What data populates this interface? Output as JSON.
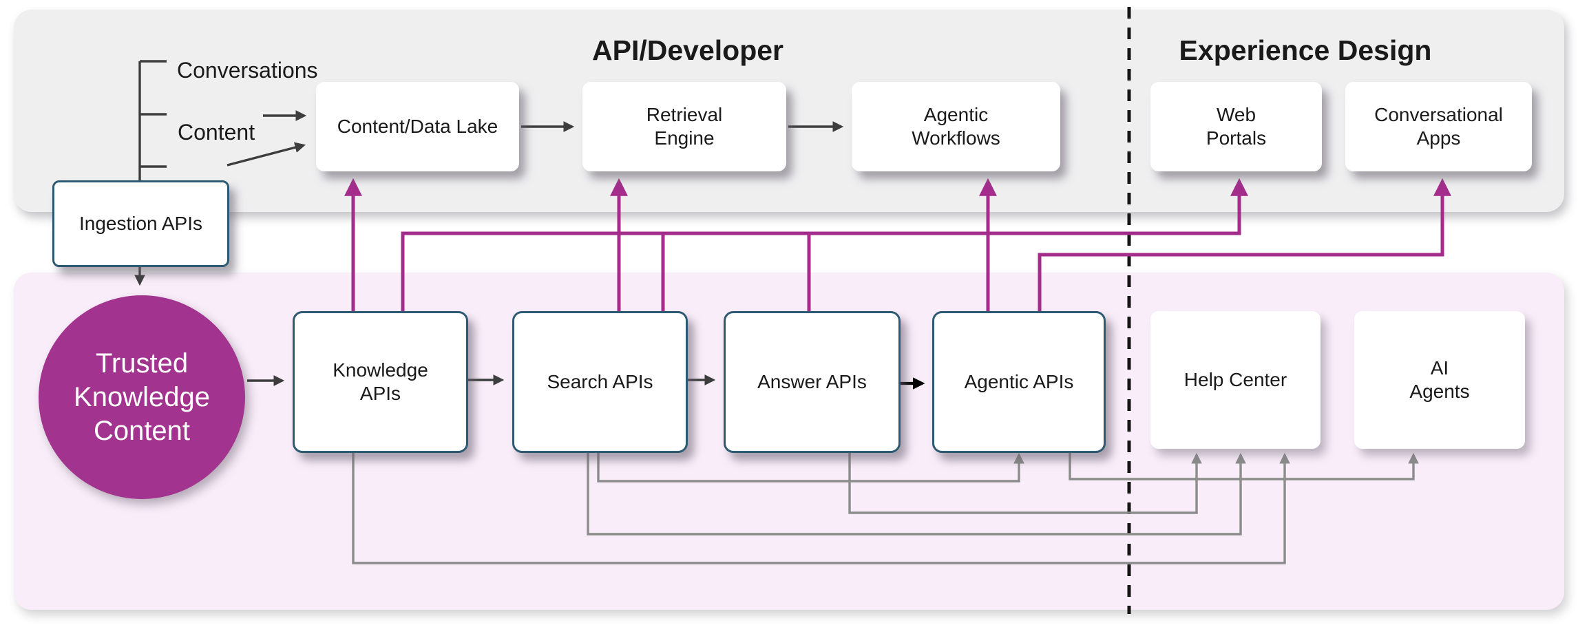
{
  "zones": {
    "left_title": "API/Developer",
    "right_title": "Experience Design"
  },
  "sources": {
    "conversations": "Conversations",
    "content": "Content"
  },
  "ingestion": {
    "label": "Ingestion APIs"
  },
  "trusted_circle": {
    "label": "Trusted\nKnowledge\nContent"
  },
  "top_row": [
    {
      "id": "content-data-lake",
      "label": "Content/Data Lake"
    },
    {
      "id": "retrieval-engine",
      "label": "Retrieval\nEngine"
    },
    {
      "id": "agentic-workflows",
      "label": "Agentic\nWorkflows"
    },
    {
      "id": "web-portals",
      "label": "Web\nPortals"
    },
    {
      "id": "conversational-apps",
      "label": "Conversational\nApps"
    }
  ],
  "bottom_row": [
    {
      "id": "knowledge-apis",
      "label": "Knowledge\nAPIs"
    },
    {
      "id": "search-apis",
      "label": "Search APIs"
    },
    {
      "id": "answer-apis",
      "label": "Answer APIs"
    },
    {
      "id": "agentic-apis",
      "label": "Agentic APIs"
    },
    {
      "id": "help-center",
      "label": "Help Center"
    },
    {
      "id": "ai-agents",
      "label": "AI\nAgents"
    }
  ],
  "colors": {
    "panel_gray": "#efeff0",
    "panel_pink": "#f9edf9",
    "teal": "#2d5a72",
    "magenta": "#a42d8c",
    "circle": "#a2348f",
    "wire_gray": "#8c8c8c",
    "arrow_dark": "#3d3d3d",
    "ink": "#141414"
  }
}
